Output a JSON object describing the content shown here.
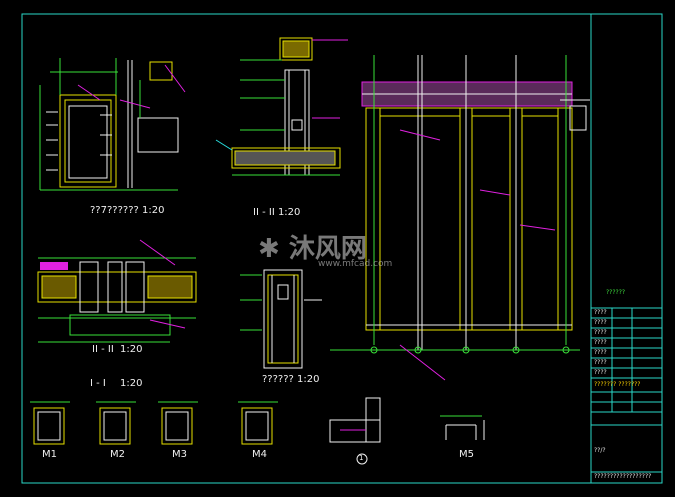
{
  "colors": {
    "background": "#000000",
    "frame": "#2ad7c8",
    "wall": "#e6e000",
    "dimension": "#39e039",
    "highlight": "#e021e0",
    "text": "#f0f0f0",
    "cyan": "#28e0e0"
  },
  "drawing": {
    "captions": {
      "detail_top_left": "??7?????? 1:20",
      "section_ii": "II - II",
      "section_ii_scale": "1:20",
      "section_i_i": "I - I",
      "section_i_i_scale": "1:20",
      "section_ii_top": "II - II 1:20",
      "detail_mid": "?????? 1:20",
      "m1": "M1",
      "m2": "M2",
      "m3": "M3",
      "m4": "M4",
      "m5": "M5",
      "detail_1": "1"
    },
    "title_block": {
      "header": "??????",
      "rows": [
        "????",
        "????",
        "????",
        "????",
        "????",
        "????",
        "????"
      ],
      "project_note": "???????  ???????",
      "footer": "??????????????????",
      "sheet": "??/?"
    },
    "watermark": {
      "brand": "沐风网",
      "url": "www.mfcad.com"
    }
  }
}
